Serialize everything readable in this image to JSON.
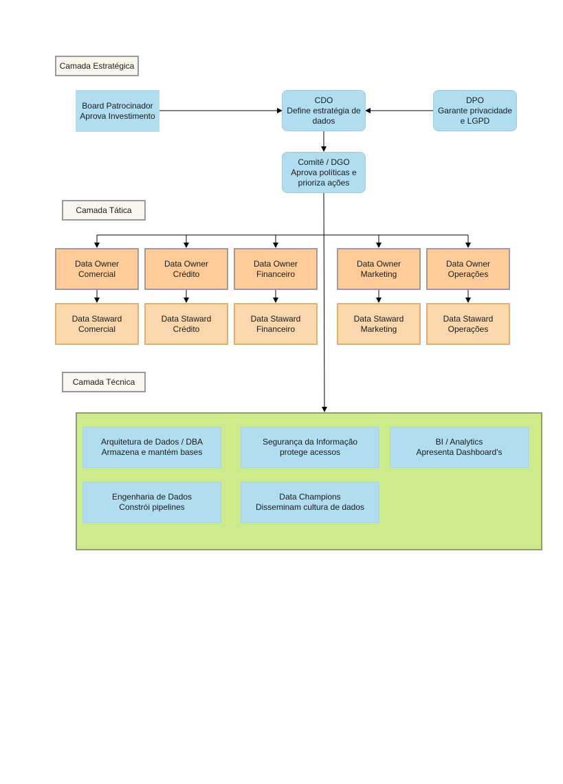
{
  "layers": {
    "strategic": "Camada Estratégica",
    "tactical": "Camada Tática",
    "technical": "Camada Técnica"
  },
  "strategic": {
    "board": "Board Patrocinador\nAprova Investimento",
    "cdo": "CDO\nDefine estratégia de\ndados",
    "dpo": "DPO\nGarante privacidade\ne LGPD",
    "committee": "Comitê / DGO\nAprova políticas e\nprioriza ações"
  },
  "owners": [
    "Data Owner\nComercial",
    "Data Owner\nCrédito",
    "Data Owner\nFinanceiro",
    "Data Owner\nMarketing",
    "Data Owner\nOperações"
  ],
  "stewards": [
    "Data Staward\nComercial",
    "Data Staward\nCrédito",
    "Data Staward\nFinanceiro",
    "Data Staward\nMarketing",
    "Data Staward\nOperações"
  ],
  "technical": [
    "Arquitetura de Dados / DBA\nArmazena e mantém bases",
    "Segurança da Informação\nprotege acessos",
    "BI / Analytics\nApresenta Dashboard's",
    "Engenharia de Dados\nConstrói pipelines",
    "Data Champions\nDisseminam cultura de dados"
  ],
  "colors": {
    "blue": "#b1ddf0",
    "owner": "#ffcc99",
    "steward": "#fad7ac",
    "technical_container": "#cdeb8b",
    "layer_label": "#f9f7ed"
  }
}
